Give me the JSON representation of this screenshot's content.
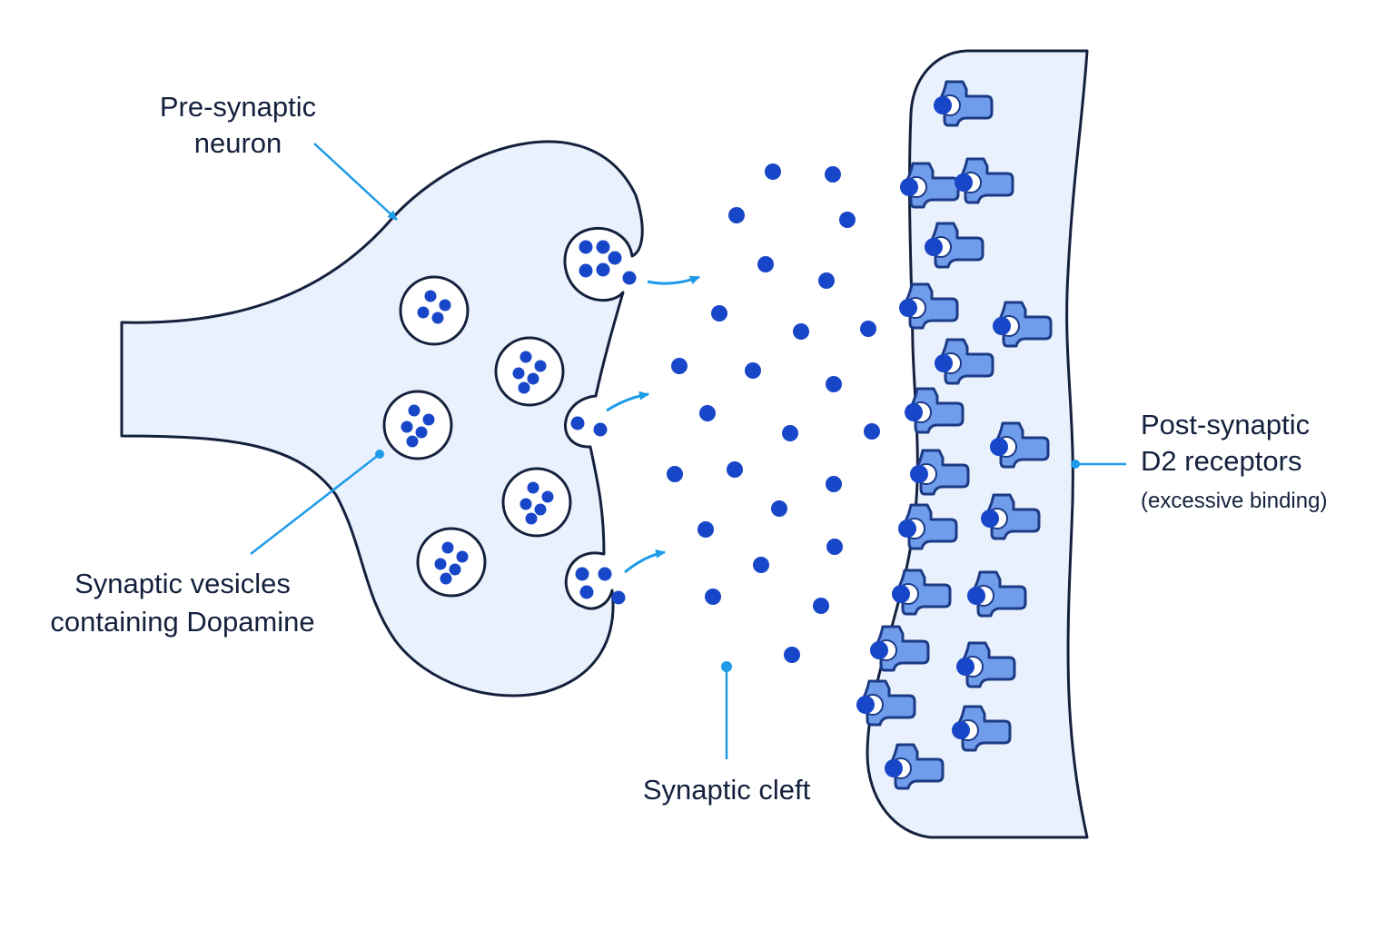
{
  "labels": {
    "pre_synaptic": [
      "Pre-synaptic",
      "neuron"
    ],
    "vesicles": [
      "Synaptic vesicles",
      "containing Dopamine"
    ],
    "cleft": "Synaptic cleft",
    "post_synaptic": [
      "Post-synaptic",
      "D2 receptors"
    ],
    "post_synaptic_note": "(excessive binding)"
  },
  "colors": {
    "outline": "#14213d",
    "membrane_fill": "#e8f1fc",
    "dopamine": "#1846c8",
    "receptor_fill": "#6f9ceb",
    "receptor_stroke": "#1c3a85",
    "pointer": "#1e9be8",
    "background": "#ffffff"
  },
  "icons": {
    "dopamine_molecule": "filled-circle",
    "d2_receptor": "cup-shaped-receptor",
    "release_arrow": "curved-arrow"
  }
}
